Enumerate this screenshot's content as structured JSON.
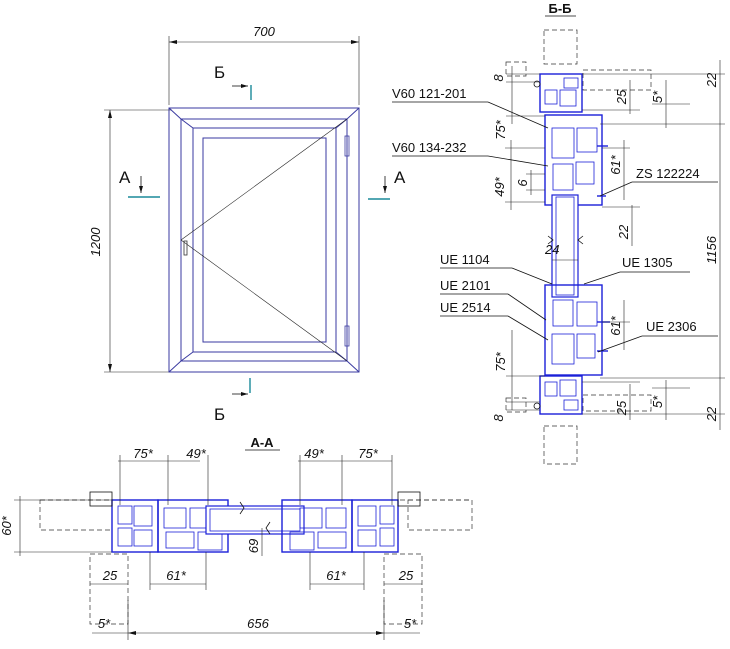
{
  "front_view": {
    "width_label": "700",
    "height_label": "1200",
    "section_mark_b_top": "Б",
    "section_mark_b_bottom": "Б",
    "section_mark_a_left": "А",
    "section_mark_a_right": "А"
  },
  "section_bb": {
    "title": "Б-Б",
    "profile_labels": [
      "V60 121-201",
      "V60 134-232",
      "ZS 122224",
      "UE 1104",
      "UE 1305",
      "UE 2101",
      "UE 2514",
      "UE 2306"
    ],
    "dims": {
      "d8_top": "8",
      "d22_top": "22",
      "d25_top": "25",
      "d5_top": "5*",
      "d75_top": "75*",
      "d49": "49*",
      "d6": "6",
      "d61_top": "61*",
      "d22_mid": "22",
      "d1156": "1156",
      "d24": "24",
      "d61_bot": "61*",
      "d75_bot": "75*",
      "d8_bot": "8",
      "d25_bot": "25",
      "d5_bot": "5*",
      "d22_bot": "22"
    }
  },
  "section_aa": {
    "title": "А-А",
    "dims": {
      "d75_left": "75*",
      "d49_left": "49*",
      "d49_right": "49*",
      "d75_right": "75*",
      "d60": "60*",
      "d69": "69",
      "d25_left": "25",
      "d61_left": "61*",
      "d61_right": "61*",
      "d25_right": "25",
      "d5_left": "5*",
      "d656": "656",
      "d5_right": "5*"
    }
  }
}
